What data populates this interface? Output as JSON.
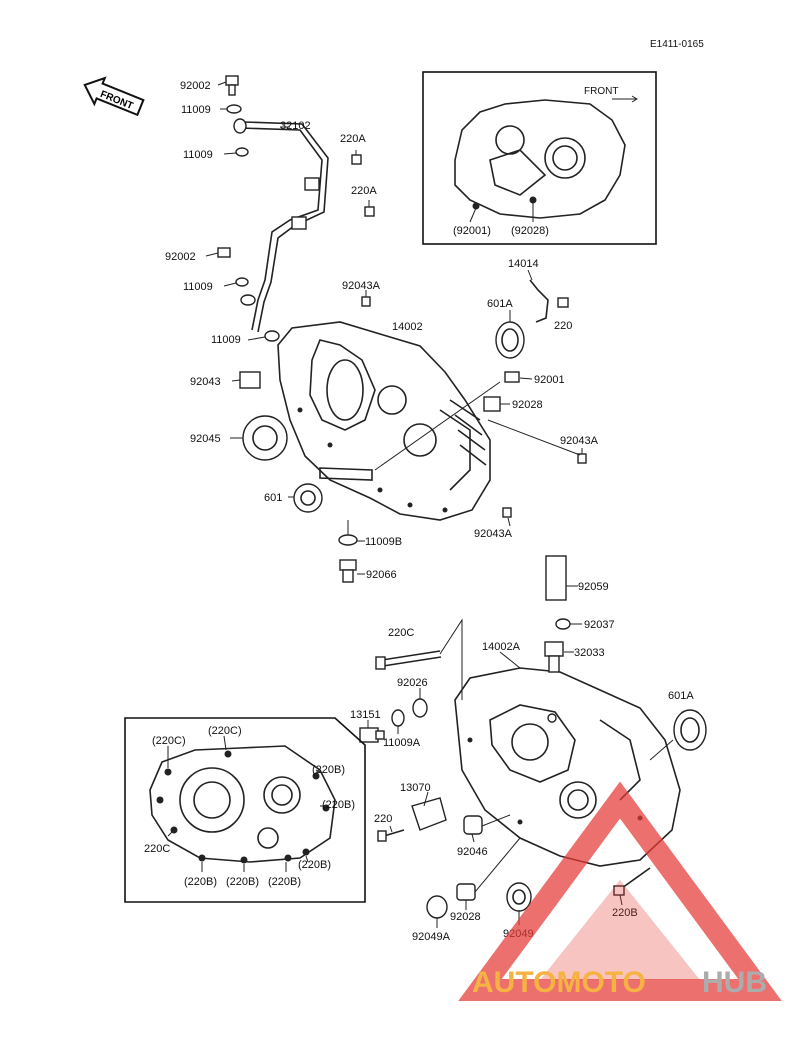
{
  "header": {
    "ref_code": "E1411-0165"
  },
  "front_arrow_main": "FRONT",
  "inset_top": {
    "front_label": "FRONT",
    "labels": [
      "(92001)",
      "(92028)"
    ]
  },
  "inset_bottom": {
    "labels": [
      "(220C)",
      "(220C)",
      "(220B)",
      "(220B)",
      "220C",
      "(220B)",
      "(220B)",
      "(220B)",
      "(220B)"
    ]
  },
  "parts": [
    "92002",
    "11009",
    "32102",
    "11009",
    "220A",
    "220A",
    "92002",
    "11009",
    "11009",
    "92043A",
    "14014",
    "601A",
    "220",
    "14002",
    "92043",
    "92001",
    "92028",
    "92045",
    "92043A",
    "601",
    "92043A",
    "11009B",
    "92066",
    "92059",
    "92037",
    "220C",
    "14002A",
    "32033",
    "92026",
    "601A",
    "13151",
    "11009A",
    "13070",
    "220",
    "92046",
    "92028",
    "92049A",
    "92049",
    "220B"
  ],
  "watermark": {
    "part1": "AUTOMOTO",
    "part2": "HUB",
    "color_red": "#e53935",
    "color_orange": "#f5a623",
    "color_gray": "#9e9e9e"
  }
}
